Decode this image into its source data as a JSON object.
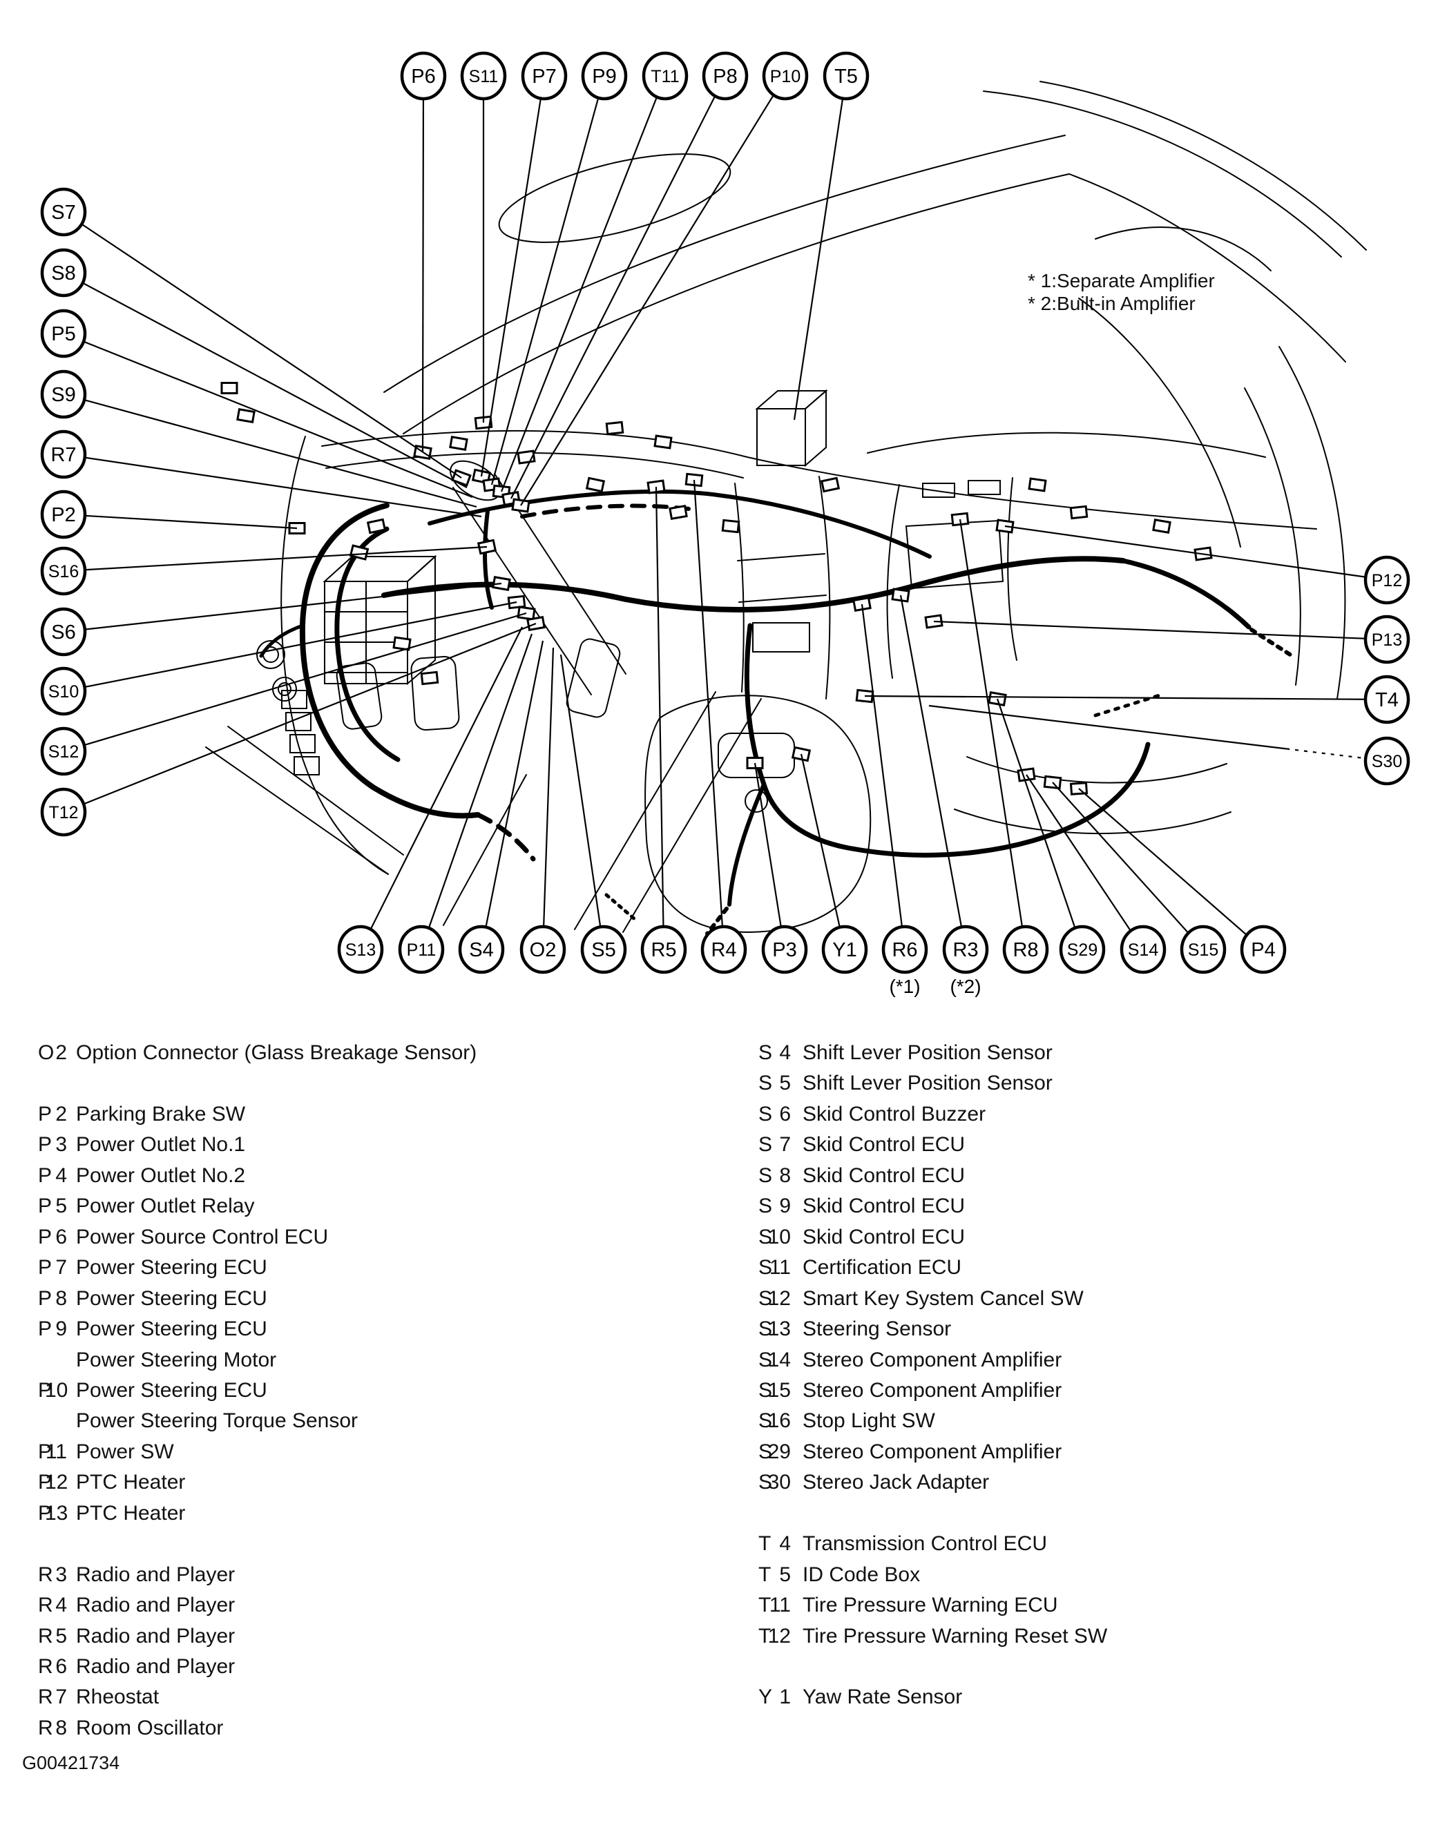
{
  "page": {
    "figure_code": "G00421734"
  },
  "notes": [
    "* 1:Separate Amplifier",
    "* 2:Built-in Amplifier"
  ],
  "callouts": {
    "top": [
      "P6",
      "S11",
      "P7",
      "P9",
      "T11",
      "P8",
      "P10",
      "T5"
    ],
    "left": [
      "S7",
      "S8",
      "P5",
      "S9",
      "R7",
      "P2",
      "S16",
      "S6",
      "S10",
      "S12",
      "T12"
    ],
    "right": [
      "P12",
      "P13",
      "T4",
      "S30"
    ],
    "bottom": [
      "S13",
      "P11",
      "S4",
      "O2",
      "S5",
      "R5",
      "R4",
      "P3",
      "Y1",
      "R6",
      "R3",
      "R8",
      "S29",
      "S14",
      "S15",
      "P4"
    ],
    "footnotes": [
      {
        "ref": "R6",
        "label": "(*1)"
      },
      {
        "ref": "R3",
        "label": "(*2)"
      }
    ]
  },
  "legend": {
    "left": [
      [
        {
          "code": "O",
          "num": "2",
          "name": "Option Connector (Glass Breakage Sensor)"
        }
      ],
      [
        {
          "code": "P",
          "num": "2",
          "name": "Parking Brake SW"
        },
        {
          "code": "P",
          "num": "3",
          "name": "Power Outlet No.1"
        },
        {
          "code": "P",
          "num": "4",
          "name": "Power Outlet No.2"
        },
        {
          "code": "P",
          "num": "5",
          "name": "Power Outlet Relay"
        },
        {
          "code": "P",
          "num": "6",
          "name": "Power Source Control ECU"
        },
        {
          "code": "P",
          "num": "7",
          "name": "Power Steering ECU"
        },
        {
          "code": "P",
          "num": "8",
          "name": "Power Steering ECU"
        },
        {
          "code": "P",
          "num": "9",
          "name": "Power Steering ECU",
          "sub": [
            "Power Steering Motor"
          ]
        },
        {
          "code": "P",
          "num": "10",
          "name": "Power Steering ECU",
          "sub": [
            "Power Steering Torque Sensor"
          ]
        },
        {
          "code": "P",
          "num": "11",
          "name": "Power SW"
        },
        {
          "code": "P",
          "num": "12",
          "name": "PTC Heater"
        },
        {
          "code": "P",
          "num": "13",
          "name": "PTC Heater"
        }
      ],
      [
        {
          "code": "R",
          "num": "3",
          "name": "Radio and Player"
        },
        {
          "code": "R",
          "num": "4",
          "name": "Radio and Player"
        },
        {
          "code": "R",
          "num": "5",
          "name": "Radio and Player"
        },
        {
          "code": "R",
          "num": "6",
          "name": "Radio and Player"
        },
        {
          "code": "R",
          "num": "7",
          "name": "Rheostat"
        },
        {
          "code": "R",
          "num": "8",
          "name": "Room Oscillator"
        }
      ]
    ],
    "right": [
      [
        {
          "code": "S",
          "num": "4",
          "name": "Shift Lever Position Sensor"
        },
        {
          "code": "S",
          "num": "5",
          "name": "Shift Lever Position Sensor"
        },
        {
          "code": "S",
          "num": "6",
          "name": "Skid Control Buzzer"
        },
        {
          "code": "S",
          "num": "7",
          "name": "Skid Control ECU"
        },
        {
          "code": "S",
          "num": "8",
          "name": "Skid Control ECU"
        },
        {
          "code": "S",
          "num": "9",
          "name": "Skid Control ECU"
        },
        {
          "code": "S",
          "num": "10",
          "name": "Skid Control ECU"
        },
        {
          "code": "S",
          "num": "11",
          "name": "Certification ECU"
        },
        {
          "code": "S",
          "num": "12",
          "name": "Smart Key System Cancel SW"
        },
        {
          "code": "S",
          "num": "13",
          "name": "Steering Sensor"
        },
        {
          "code": "S",
          "num": "14",
          "name": "Stereo Component Amplifier"
        },
        {
          "code": "S",
          "num": "15",
          "name": "Stereo Component Amplifier"
        },
        {
          "code": "S",
          "num": "16",
          "name": "Stop Light SW"
        },
        {
          "code": "S",
          "num": "29",
          "name": "Stereo Component Amplifier"
        },
        {
          "code": "S",
          "num": "30",
          "name": "Stereo Jack Adapter"
        }
      ],
      [
        {
          "code": "T",
          "num": "4",
          "name": "Transmission Control ECU"
        },
        {
          "code": "T",
          "num": "5",
          "name": "ID Code Box"
        },
        {
          "code": "T",
          "num": "11",
          "name": "Tire Pressure Warning ECU"
        },
        {
          "code": "T",
          "num": "12",
          "name": "Tire Pressure Warning Reset SW"
        }
      ],
      [
        {
          "code": "Y",
          "num": "1",
          "name": "Yaw Rate Sensor"
        }
      ]
    ]
  }
}
